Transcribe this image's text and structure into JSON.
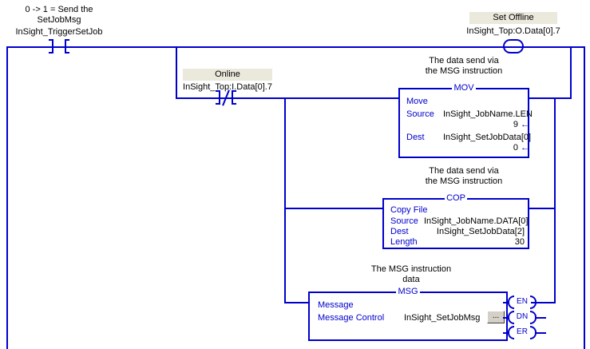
{
  "diagram": {
    "type": "ladder-logic-rung",
    "rung_comment_lines": [
      "0 -> 1 = Send the",
      "SetJobMsg"
    ]
  },
  "contacts": [
    {
      "id": "trigger",
      "kind": "normally-open",
      "tag": "InSight_TriggerSetJob",
      "comment_lines": [
        "0 -> 1 = Send the",
        "SetJobMsg"
      ],
      "highlighted_label": ""
    },
    {
      "id": "online",
      "kind": "normally-closed",
      "tag": "InSight_Top:I.Data[0].7",
      "highlighted_label": "Online"
    }
  ],
  "coils": [
    {
      "id": "set-offline",
      "kind": "output-energize",
      "tag": "InSight_Top:O.Data[0].7",
      "highlighted_label": "Set Offline"
    }
  ],
  "blocks": [
    {
      "id": "mov",
      "mnemonic": "MOV",
      "comment_lines": [
        "The data send via",
        "the MSG instruction"
      ],
      "operand_name": "Move",
      "rows": [
        {
          "key": "Source",
          "value": "InSight_JobName.LEN",
          "result": "9"
        },
        {
          "key": "Dest",
          "value": "InSight_SetJobData[0]",
          "result": "0"
        }
      ]
    },
    {
      "id": "cop",
      "mnemonic": "COP",
      "comment_lines": [
        "The data send via",
        "the MSG instruction"
      ],
      "operand_name": "Copy File",
      "rows": [
        {
          "key": "Source",
          "value": "InSight_JobName.DATA[0]",
          "result": ""
        },
        {
          "key": "Dest",
          "value": "InSight_SetJobData[2]",
          "result": ""
        },
        {
          "key": "Length",
          "value": "30",
          "result": ""
        }
      ]
    },
    {
      "id": "msg",
      "mnemonic": "MSG",
      "comment_lines": [
        "The MSG instruction",
        "data"
      ],
      "operand_name": "Message",
      "rows": [
        {
          "key": "Message Control",
          "value": "InSight_SetJobMsg",
          "result": ""
        }
      ],
      "browse_button_label": "...",
      "outputs": [
        "EN",
        "DN",
        "ER"
      ]
    }
  ],
  "colors": {
    "wire": "#0000cc",
    "block_text_key": "#0000cc",
    "block_text_value": "#000000",
    "tag_highlight_bg": "#ebe8dc",
    "comment_text": "#000000",
    "button_face": "#d4d0c8",
    "background": "#ffffff"
  }
}
